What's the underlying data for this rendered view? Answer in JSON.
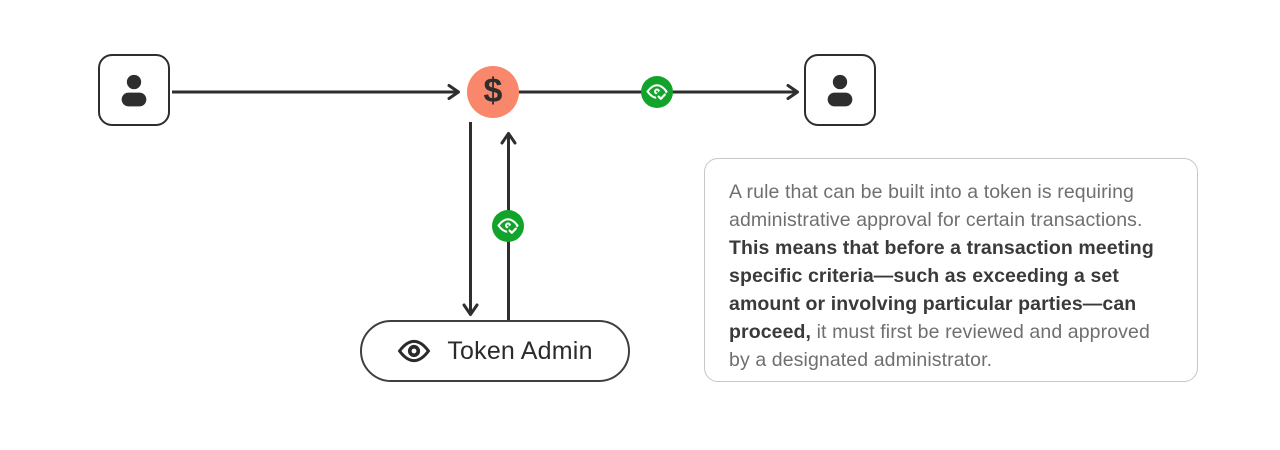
{
  "diagram": {
    "token_symbol": "$",
    "admin_label": "Token Admin",
    "icons": {
      "sender": "person-icon",
      "receiver": "person-icon",
      "token": "dollar-icon",
      "review_badges": "eye-check-icon",
      "admin": "eye-icon"
    }
  },
  "note": {
    "text_normal_1": "A rule that can be built into a token is requiring administrative approval for certain transactions. ",
    "text_bold": "This means that before a transaction meeting specific criteria—such as exceeding a set amount or involving particular parties—can proceed,",
    "text_normal_2": " it must first be reviewed and approved by a designated administrator."
  },
  "colors": {
    "token_fill": "#F9876B",
    "badge_green": "#12A32B",
    "stroke": "#2E2E2E",
    "text_gray": "#6F6F6F",
    "text_dark": "#3A3A3A",
    "note_border": "#C7C7C7"
  }
}
